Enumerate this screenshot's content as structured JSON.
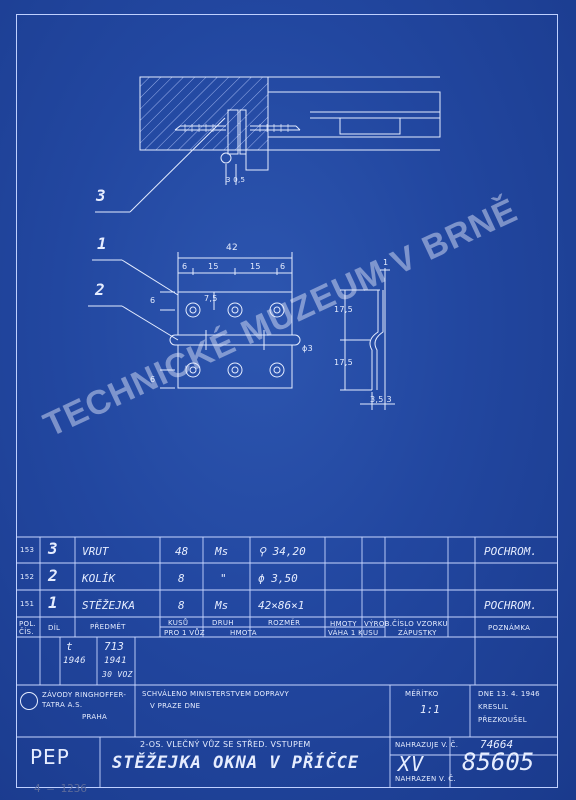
{
  "watermark": "TECHNICKÉ MUZEUM V BRNĚ",
  "callouts": {
    "c3": "3",
    "c1": "1",
    "c2": "2"
  },
  "dims": {
    "d42": "42",
    "d6a": "6",
    "d15a": "15",
    "d15b": "15",
    "d6b": "6",
    "d6l": "6",
    "d6l2": "6",
    "d75": "7,5",
    "d3": "ϕ3",
    "d1": "1",
    "d175a": "17,5",
    "d175b": "17,5",
    "d353": "3,5 3",
    "d305": "3 0,5"
  },
  "parts": [
    {
      "pos": "153",
      "no": "3",
      "name": "VRUT",
      "qty": "48",
      "material": "Ms",
      "dimension": "⚲ 34,20",
      "note": "POCHROM."
    },
    {
      "pos": "152",
      "no": "2",
      "name": "KOLÍK",
      "qty": "8",
      "material": "\"",
      "dimension": "ϕ 3,50",
      "note": ""
    },
    {
      "pos": "151",
      "no": "1",
      "name": "STĚŽEJKA",
      "qty": "8",
      "material": "Ms",
      "dimension": "42×86×1",
      "note": "POCHROM."
    }
  ],
  "header": {
    "pol_cis": "POL. ČÍS.",
    "dil": "DÍL",
    "predmet": "PŘEDMĚT",
    "kusu": "KUSŮ",
    "pro_vuz": "PRO 1 VŮZ",
    "druh": "DRUH",
    "hmota": "HMOTA",
    "rozmer": "ROZMĚR",
    "hmoty": "HMOTY",
    "vyrob": "VÝROB.",
    "vaha": "VÁHA 1 KUSU",
    "cislo_vzorku": "ČÍSLO VZORKU",
    "zapustky": "ZÁPUSTKY",
    "poznamka": "POZNÁMKA"
  },
  "revisions": {
    "t": "t",
    "r1": "713",
    "y1946": "1946",
    "r2": "1941",
    "r3": "30 VOZ"
  },
  "company": {
    "name": "ZÁVODY RINGHOFFER-TATRA A.S.",
    "city": "PRAHA"
  },
  "approval": {
    "line1": "SCHVÁLENO MINISTERSTVEM DOPRAVY",
    "line2": "V PRAZE DNE"
  },
  "meritko": {
    "label": "MĚŘÍTKO",
    "value": "1:1"
  },
  "date": "DNE 13. 4. 1946",
  "signers": {
    "kreslil": "KRESLIL",
    "prezkousel": "PŘEZKOUŠEL"
  },
  "replaces": {
    "label": "NAHRAZUJE V. Č.",
    "value": "74664"
  },
  "replaced_by": {
    "label": "NAHRAZEN V. Č.",
    "value": ""
  },
  "title_block": {
    "code": "PEP",
    "subtitle": "2-OS. VLEČNÝ VŮZ SE STŘED. VSTUPEM",
    "title": "STĚŽEJKA OKNA V PŘÍČCE",
    "series": "XV",
    "number": "85605"
  },
  "pencil_note": "4 — 1236"
}
